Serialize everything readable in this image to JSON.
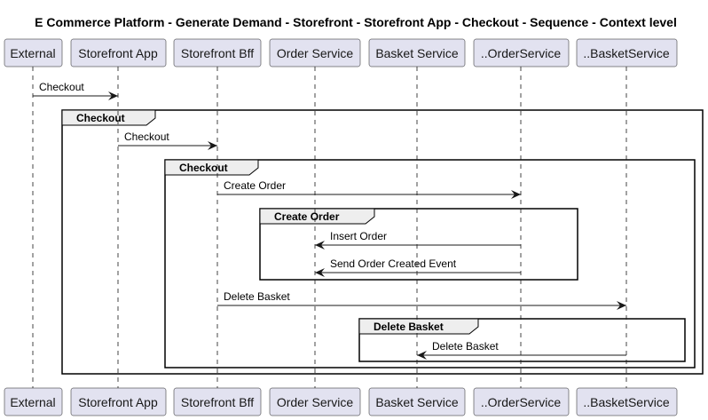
{
  "title": "E Commerce Platform - Generate Demand - Storefront - Storefront App - Checkout - Sequence - Context level",
  "colors": {
    "participant_fill": "#E2E2F0",
    "participant_border": "#181818",
    "lifeline": "#181818",
    "frame_tab_fill": "#EEEEEE"
  },
  "participants": [
    {
      "id": "external",
      "label": "External"
    },
    {
      "id": "storefront-app",
      "label": "Storefront App"
    },
    {
      "id": "storefront-bff",
      "label": "Storefront Bff"
    },
    {
      "id": "order-service",
      "label": "Order Service"
    },
    {
      "id": "basket-service",
      "label": "Basket Service"
    },
    {
      "id": "dot-order-service",
      "label": "..OrderService"
    },
    {
      "id": "dot-basket-service",
      "label": "..BasketService"
    }
  ],
  "groups": [
    {
      "label": "Checkout"
    },
    {
      "label": "Checkout"
    },
    {
      "label": "Create Order"
    },
    {
      "label": "Delete Basket"
    }
  ],
  "messages": [
    {
      "from": "external",
      "to": "storefront-app",
      "label": "Checkout"
    },
    {
      "from": "storefront-app",
      "to": "storefront-bff",
      "label": "Checkout"
    },
    {
      "from": "storefront-bff",
      "to": "dot-order-service",
      "label": "Create Order"
    },
    {
      "from": "dot-order-service",
      "to": "order-service",
      "label": "Insert Order"
    },
    {
      "from": "dot-order-service",
      "to": "order-service",
      "label": "Send Order Created Event"
    },
    {
      "from": "storefront-bff",
      "to": "dot-basket-service",
      "label": "Delete Basket"
    },
    {
      "from": "dot-basket-service",
      "to": "basket-service",
      "label": "Delete Basket"
    }
  ]
}
